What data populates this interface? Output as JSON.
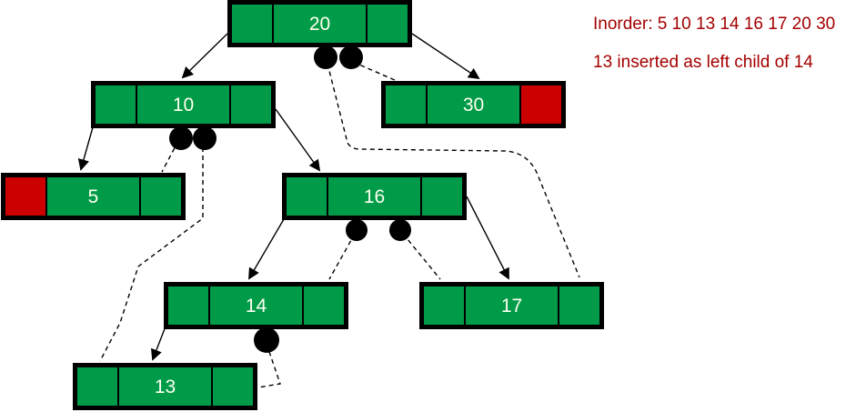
{
  "diagram": {
    "type": "threaded-binary-tree",
    "inorder_label": "Inorder: 5 10 13 14 16 17 20 30",
    "insertion_note": "13 inserted as left child of 14"
  },
  "theme": {
    "node_green": "#009B48",
    "null_red": "#CC0000",
    "edge_color": "#000000",
    "note_text_red": "#A40000",
    "node_value_color": "#FFFFF0",
    "background": "#FFFFFF"
  },
  "nodes": [
    {
      "id": "20",
      "value": "20",
      "left_cell": "green",
      "right_cell": "green"
    },
    {
      "id": "10",
      "value": "10",
      "left_cell": "green",
      "right_cell": "green"
    },
    {
      "id": "30",
      "value": "30",
      "left_cell": "green",
      "right_cell": "red"
    },
    {
      "id": "5",
      "value": "5",
      "left_cell": "red",
      "right_cell": "green"
    },
    {
      "id": "16",
      "value": "16",
      "left_cell": "green",
      "right_cell": "green"
    },
    {
      "id": "14",
      "value": "14",
      "left_cell": "green",
      "right_cell": "green"
    },
    {
      "id": "17",
      "value": "17",
      "left_cell": "green",
      "right_cell": "green"
    },
    {
      "id": "13",
      "value": "13",
      "left_cell": "green",
      "right_cell": "green"
    }
  ],
  "edges": [
    {
      "from": "20",
      "to": "10",
      "type": "left-child"
    },
    {
      "from": "20",
      "to": "30",
      "type": "right-child"
    },
    {
      "from": "10",
      "to": "5",
      "type": "left-child"
    },
    {
      "from": "10",
      "to": "16",
      "type": "right-child"
    },
    {
      "from": "16",
      "to": "14",
      "type": "left-child"
    },
    {
      "from": "16",
      "to": "17",
      "type": "right-child"
    },
    {
      "from": "14",
      "to": "13",
      "type": "left-child"
    }
  ],
  "threads": [
    {
      "from": "5",
      "to": "10",
      "type": "right-thread"
    },
    {
      "from": "13",
      "to": "10",
      "type": "left-thread"
    },
    {
      "from": "13",
      "to": "14",
      "type": "right-thread"
    },
    {
      "from": "14",
      "to": "16",
      "type": "right-thread"
    },
    {
      "from": "17",
      "to": "16",
      "type": "left-thread"
    },
    {
      "from": "17",
      "to": "20",
      "type": "right-thread"
    },
    {
      "from": "30",
      "to": "20",
      "type": "left-thread"
    }
  ]
}
